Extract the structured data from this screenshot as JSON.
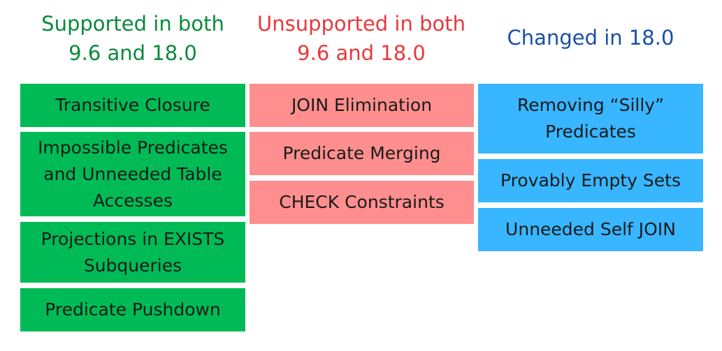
{
  "columns": [
    {
      "title": "Supported in both 9.6 and 18.0",
      "title_color": "#0a8a3c",
      "card_color": "#00bb55",
      "items": [
        "Transitive Closure",
        "Impossible Predicates and Unneeded Table Accesses",
        "Projections in EXISTS Subqueries",
        "Predicate Pushdown"
      ]
    },
    {
      "title": "Unsupported in both 9.6 and 18.0",
      "title_color": "#e8383d",
      "card_color": "#ff8f8f",
      "items": [
        "JOIN Elimination",
        "Predicate Merging",
        "CHECK Constraints"
      ]
    },
    {
      "title": "Changed in 18.0",
      "title_color": "#1a4fa8",
      "card_color": "#38b6ff",
      "items": [
        "Removing “Silly” Predicates",
        "Provably Empty Sets",
        "Unneeded Self JOIN"
      ]
    }
  ]
}
